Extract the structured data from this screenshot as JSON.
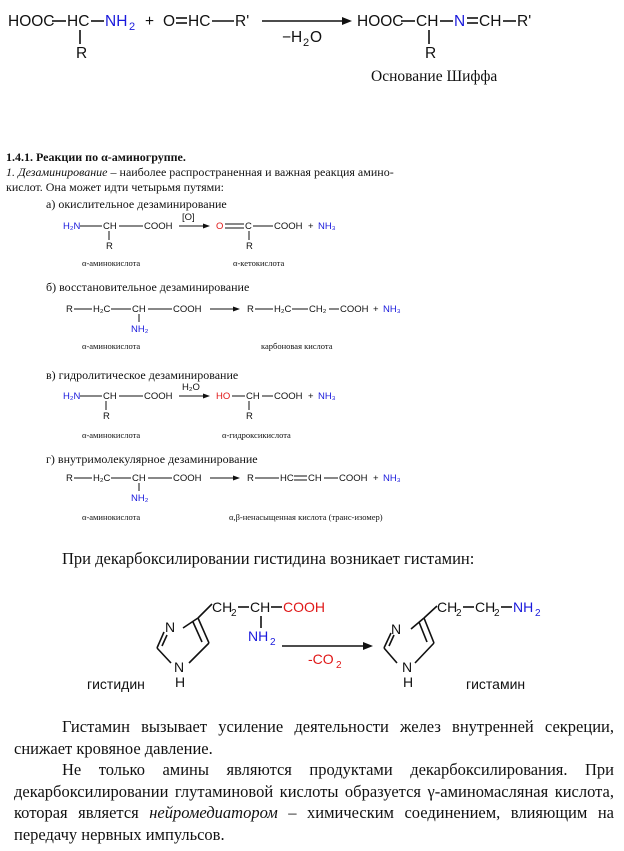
{
  "schiff": {
    "left1": "HOOC",
    "ch": "HC",
    "nh2": "NH",
    "sub2": "2",
    "plus": "+",
    "aldehyde_o": "O",
    "aldehyde_ch": "HC",
    "rprime": "R'",
    "r": "R",
    "minus_h2o_a": "−H",
    "minus_h2o_b": "2",
    "minus_h2o_c": "O",
    "p_hooc": "HOOC",
    "p_ch": "CH",
    "p_n": "N",
    "p_ch2": "CH",
    "p_rprime": "R'",
    "p_r": "R",
    "caption": "Основание Шиффа"
  },
  "section": {
    "heading": "1.4.1. Реакции по α-аминогруппе.",
    "line1_italic": "1. Дезаминирование",
    "line1_rest": " – наиболее распространенная и важная реакция амино-",
    "line2": "кислот. Она может идти четырьмя путями:"
  },
  "rxA": {
    "label": "а) окислительное дезаминирование",
    "h2n": "H₂N",
    "ch": "CH",
    "cooh": "COOH",
    "r": "R",
    "cond": "[O]",
    "o": "O",
    "c": "C",
    "cooh2": "COOH",
    "plus": "+",
    "nh3": "NH₃",
    "r2": "R",
    "cap_left": "α-аминокислота",
    "cap_right": "α-кетокислота"
  },
  "rxB": {
    "label": "б) восстановительное дезаминирование",
    "r": "R",
    "h2c": "H₂C",
    "ch": "CH",
    "cooh": "COOH",
    "nh2": "NH₂",
    "p_r": "R",
    "p_h2c": "H₂C",
    "p_ch2": "CH₂",
    "p_cooh": "COOH",
    "plus": "+",
    "nh3": "NH₃",
    "cap_left": "α-аминокислота",
    "cap_right": "карбоновая кислота"
  },
  "rxC": {
    "label": "в) гидролитическое дезаминирование",
    "h2n": "H₂N",
    "ch": "CH",
    "cooh": "COOH",
    "r": "R",
    "cond": "H₂O",
    "ho": "HO",
    "p_ch": "CH",
    "p_cooh": "COOH",
    "plus": "+",
    "nh3": "NH₃",
    "p_r": "R",
    "cap_left": "α-аминокислота",
    "cap_right": "α-гидроксикислота"
  },
  "rxD": {
    "label": "г) внутримолекулярное дезаминирование",
    "r": "R",
    "h2c": "H₂C",
    "ch": "CH",
    "cooh": "COOH",
    "nh2": "NH₂",
    "p_r": "R",
    "p_hc": "HC",
    "p_ch": "CH",
    "p_cooh": "COOH",
    "plus": "+",
    "nh3": "NH₃",
    "cap_left": "α-аминокислота",
    "cap_right": "α,β-ненасыщенная кислота (транс-изомер)"
  },
  "histamine": {
    "intro": "При декарбоксилировании гистидина возникает гистамин:",
    "ch2": "CH",
    "sub2": "2",
    "ch": "CH",
    "cooh": "COOH",
    "nh2": "NH",
    "n1": "N",
    "nh_n": "N",
    "nh_h": "H",
    "cond": "-CO",
    "cond_sub": "2",
    "p_ch2a": "CH",
    "p_ch2b": "CH",
    "p_nh2": "NH",
    "p_n1": "N",
    "p_nh_n": "N",
    "p_nh_h": "H",
    "label_left": "гистидин",
    "label_right": "гистамин"
  },
  "paragraphs": {
    "p1": "Гистамин вызывает усиление деятельности желез внутренней секреции, снижает кровяное давление.",
    "p2a": "Не только амины являются продуктами декарбоксилирования. При декарбоксилировании глутаминовой кислоты образуется γ-аминомасляная кислота, которая является ",
    "p2_italic": "нейромедиатором",
    "p2b": " – химическим соединением, влияющим на передачу нервных импульсов."
  }
}
